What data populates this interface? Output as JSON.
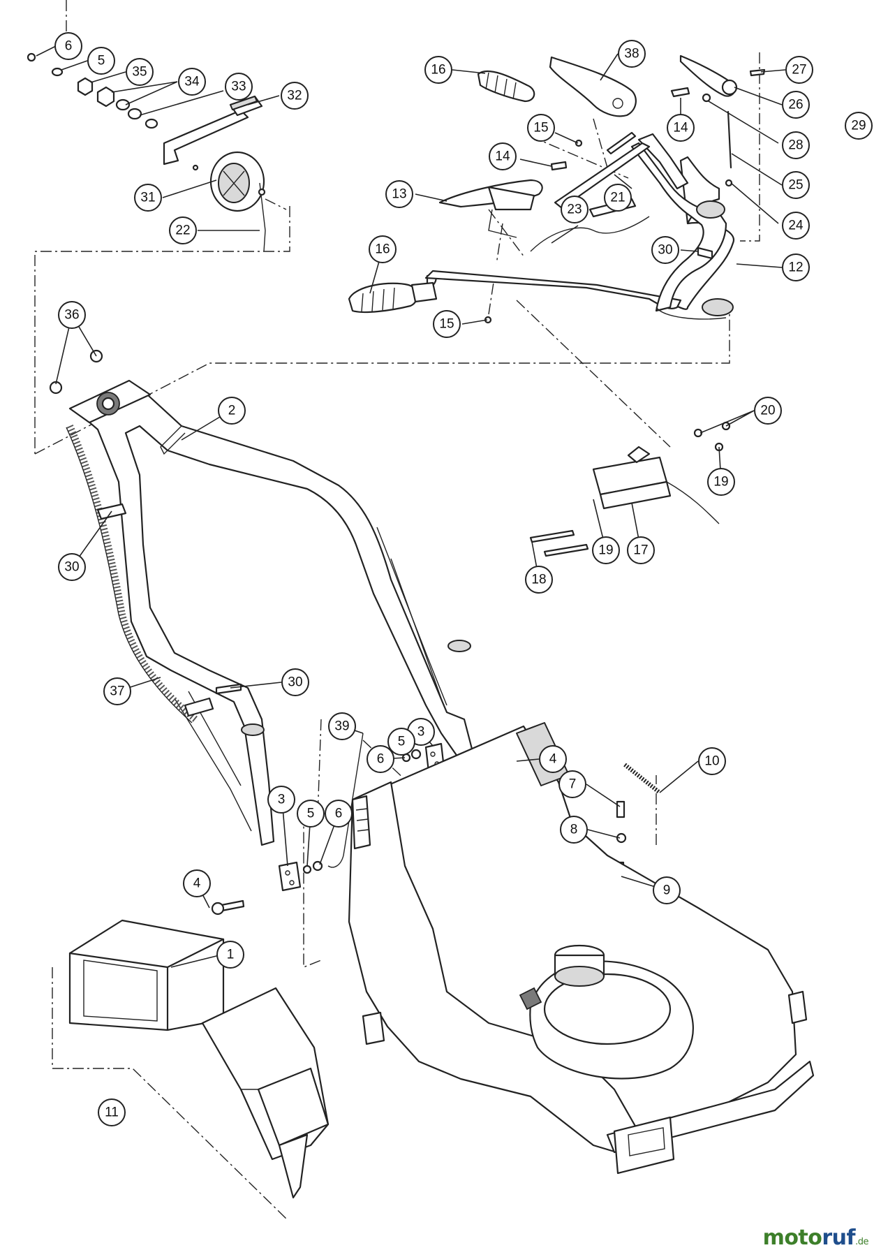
{
  "callouts": [
    {
      "label": "6"
    },
    {
      "label": "5"
    },
    {
      "label": "35"
    },
    {
      "label": "34"
    },
    {
      "label": "33"
    },
    {
      "label": "32"
    },
    {
      "label": "31"
    },
    {
      "label": "22"
    },
    {
      "label": "16"
    },
    {
      "label": "38"
    },
    {
      "label": "27"
    },
    {
      "label": "26"
    },
    {
      "label": "14"
    },
    {
      "label": "15"
    },
    {
      "label": "28"
    },
    {
      "label": "29"
    },
    {
      "label": "14"
    },
    {
      "label": "13"
    },
    {
      "label": "21"
    },
    {
      "label": "25"
    },
    {
      "label": "23"
    },
    {
      "label": "24"
    },
    {
      "label": "16"
    },
    {
      "label": "30"
    },
    {
      "label": "12"
    },
    {
      "label": "15"
    },
    {
      "label": "36"
    },
    {
      "label": "2"
    },
    {
      "label": "20"
    },
    {
      "label": "19"
    },
    {
      "label": "30"
    },
    {
      "label": "19"
    },
    {
      "label": "17"
    },
    {
      "label": "18"
    },
    {
      "label": "30"
    },
    {
      "label": "37"
    },
    {
      "label": "39"
    },
    {
      "label": "3"
    },
    {
      "label": "5"
    },
    {
      "label": "6"
    },
    {
      "label": "4"
    },
    {
      "label": "10"
    },
    {
      "label": "3"
    },
    {
      "label": "5"
    },
    {
      "label": "6"
    },
    {
      "label": "7"
    },
    {
      "label": "8"
    },
    {
      "label": "4"
    },
    {
      "label": "9"
    },
    {
      "label": "1"
    },
    {
      "label": "11"
    }
  ],
  "watermark": {
    "part_a": "moto",
    "part_b": "ruf",
    "part_c": ".de"
  }
}
